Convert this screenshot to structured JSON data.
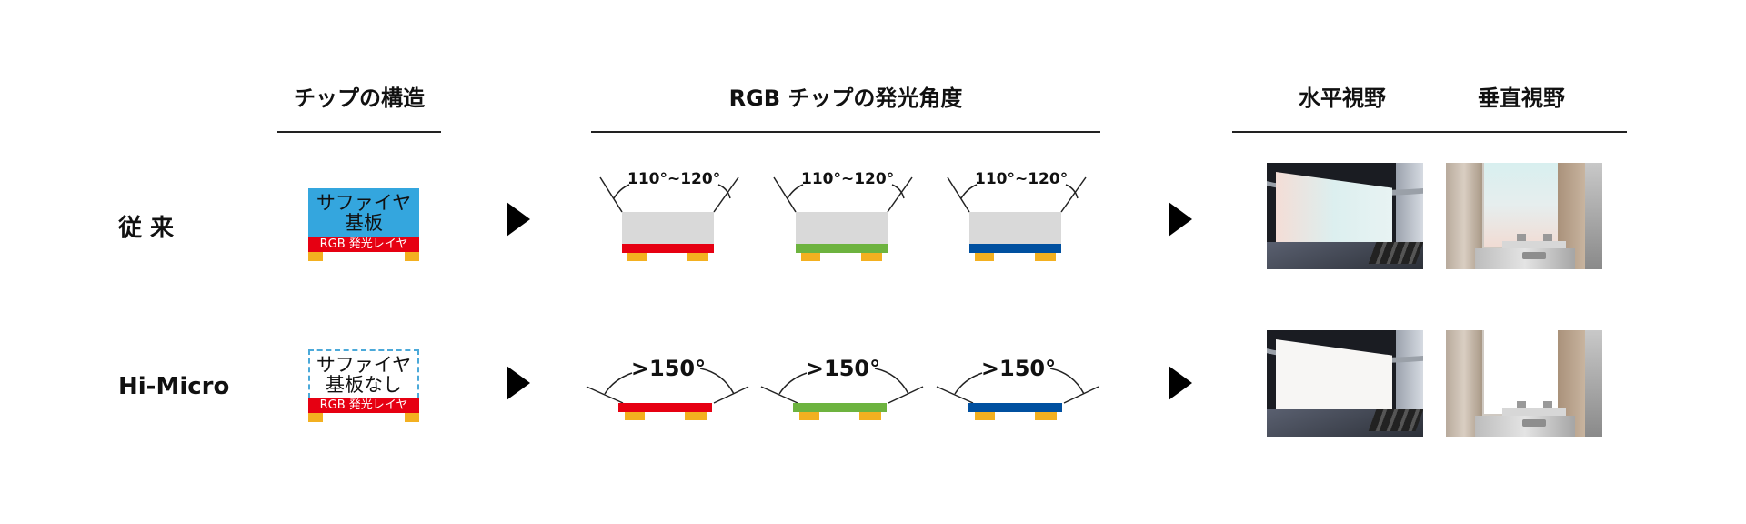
{
  "headers": {
    "chip_structure": "チップの構造",
    "rgb_angle": "RGB チップの発光角度",
    "horizontal_view": "水平視野",
    "vertical_view": "垂直視野"
  },
  "rows": [
    {
      "label": "従 来",
      "structure": {
        "substrate_line1": "サファイヤ",
        "substrate_line2": "基板",
        "substrate_style": "filled",
        "emit_layer": "RGB 発光レイヤ"
      },
      "chips": [
        {
          "angle": "110°~120°",
          "color": "red"
        },
        {
          "angle": "110°~120°",
          "color": "green"
        },
        {
          "angle": "110°~120°",
          "color": "blue"
        }
      ],
      "photos": {
        "horizontal": "curved-screen-tinted",
        "vertical": "reception-wall-tinted"
      }
    },
    {
      "label": "Hi-Micro",
      "structure": {
        "substrate_line1": "サファイヤ",
        "substrate_line2": "基板なし",
        "substrate_style": "dashed",
        "emit_layer": "RGB 発光レイヤ"
      },
      "chips": [
        {
          "angle": ">150°",
          "color": "red"
        },
        {
          "angle": ">150°",
          "color": "green"
        },
        {
          "angle": ">150°",
          "color": "blue"
        }
      ],
      "photos": {
        "horizontal": "curved-screen-white",
        "vertical": "reception-wall-white"
      }
    }
  ],
  "colors": {
    "red": "#e60012",
    "green": "#6db33f",
    "blue": "#0050a0",
    "sapphire": "#34a6de",
    "pad": "#f3b020",
    "chip_body": "#d9d9d9"
  }
}
